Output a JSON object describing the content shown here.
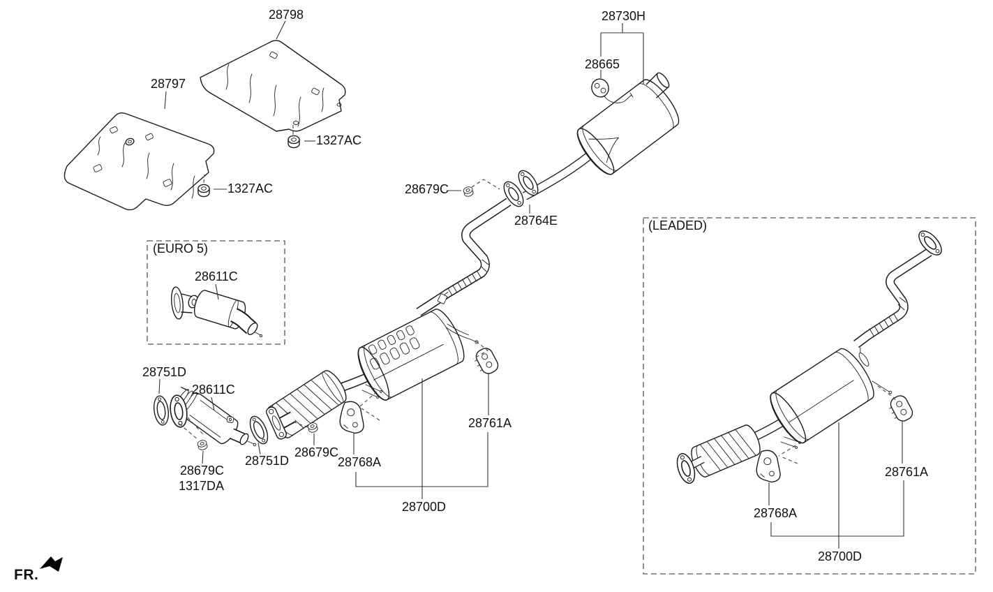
{
  "diagram": {
    "direction_label": "FR.",
    "colors": {
      "line": "#1c1c1c",
      "background": "#ffffff"
    },
    "boxes": {
      "euro5": "(EURO 5)",
      "leaded": "(LEADED)"
    },
    "part_labels": {
      "28797": "28797",
      "28798": "28798",
      "1327AC": "1327AC",
      "28730H": "28730H",
      "28665": "28665",
      "28679C": "28679C",
      "28764E": "28764E",
      "28611C": "28611C",
      "28751D": "28751D",
      "1317DA": "1317DA",
      "28768A": "28768A",
      "28761A": "28761A",
      "28700D": "28700D"
    }
  }
}
